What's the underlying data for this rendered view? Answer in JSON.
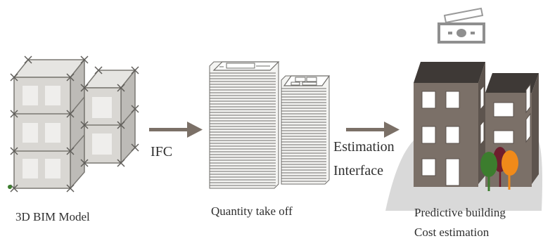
{
  "colors": {
    "bim_frame": "#7a7873",
    "bim_face": "#d9d7d3",
    "bim_window": "#efeeec",
    "bim_cross": "#5f5d59",
    "arrow": "#7b7067",
    "paper": "#f4f4f2",
    "paper_line": "#6e6c69",
    "building_wall": "#7b7068",
    "building_roof": "#3e3936",
    "window_fill": "#ffffff",
    "ground": "#d9d9d9",
    "tree_green": "#3c7d2e",
    "tree_maroon": "#6e1e2d",
    "tree_orange": "#f08a1a",
    "banknote": "#9a9a9a",
    "text": "#2f2f2f"
  },
  "icons": {
    "bim_model": "3d-bim-model-icon",
    "arrow": "right-arrow-icon",
    "documents": "document-stack-icon",
    "money": "banknote-icon",
    "buildings": "building-icon",
    "trees": "tree-icon"
  },
  "labels": {
    "bim_model": "3D BIM Model",
    "ifc": "IFC",
    "quantity_takeoff": "Quantity take off",
    "estimation_line1": "Estimation",
    "estimation_line2": "Interface",
    "predictive_line1": "Predictive building",
    "predictive_line2": "Cost estimation"
  }
}
